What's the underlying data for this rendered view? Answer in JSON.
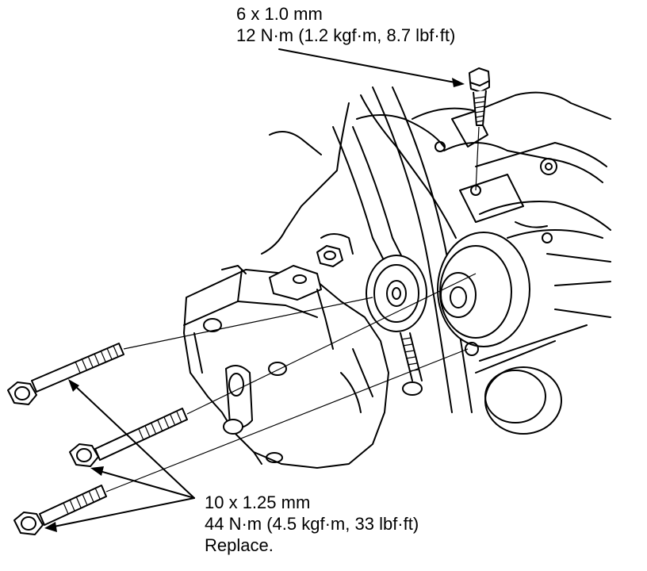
{
  "upper_bolt_callout": {
    "size": "6 x 1.0 mm",
    "torque": "12 N·m (1.2 kgf·m, 8.7 lbf·ft)"
  },
  "lower_bolts_callout": {
    "size": "10 x 1.25 mm",
    "torque": "44 N·m (4.5 kgf·m, 33 lbf·ft)",
    "note": "Replace."
  },
  "colors": {
    "line": "#000000",
    "background": "#ffffff"
  }
}
